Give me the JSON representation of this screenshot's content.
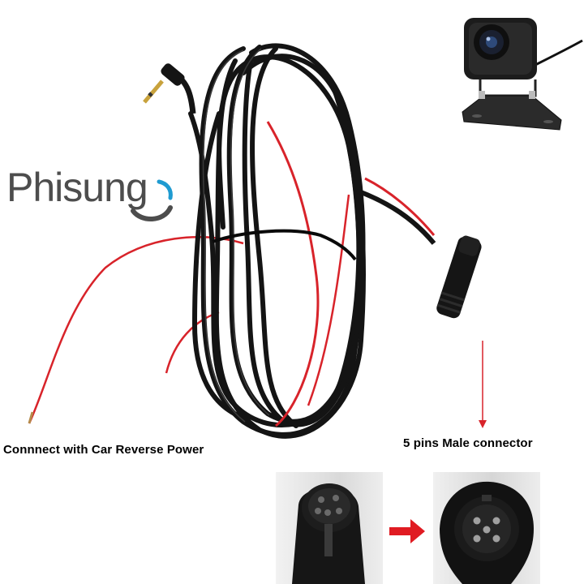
{
  "brand": {
    "name": "Phisung"
  },
  "captions": {
    "left": "Connnect with Car Reverse Power",
    "right": "5 pins Male connector"
  },
  "colors": {
    "cable": "#141414",
    "red_wire": "#d8232a",
    "logo_gray": "#4d4d4d",
    "logo_accent": "#1f9bd1",
    "arrow_red": "#e01b22"
  },
  "icons": {
    "arrow": "right-arrow-icon",
    "pointer": "down-arrow-icon"
  }
}
